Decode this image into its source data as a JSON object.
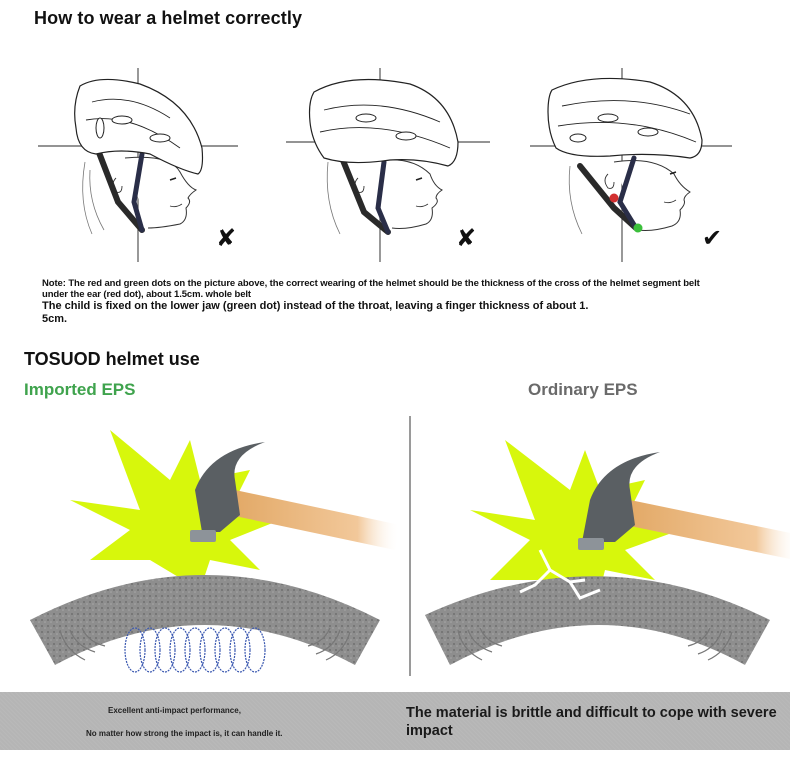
{
  "header": {
    "title": "How to wear a helmet correctly"
  },
  "figures": [
    {
      "position": "helmet-tilted-back",
      "verdict": "wrong",
      "verdict_symbol": "✘"
    },
    {
      "position": "helmet-tilted-forward",
      "verdict": "wrong",
      "verdict_symbol": "✘"
    },
    {
      "position": "helmet-level",
      "verdict": "correct",
      "verdict_symbol": "✔"
    }
  ],
  "note": {
    "line1": "Note: The red and green dots on the picture above, the correct wearing of the helmet should be the thickness of the cross of the helmet segment belt",
    "line2": "under the ear (red dot), about 1.5cm. whole belt",
    "line3": "The child is fixed on the lower jaw (green dot) instead of the throat, leaving a finger thickness of about 1.",
    "line4": "5cm."
  },
  "comparison": {
    "title": "TOSUOD helmet use",
    "left_label": "Imported EPS",
    "right_label": "Ordinary EPS",
    "left_color": "#3fa34d",
    "right_color": "#6a6a6a"
  },
  "footer": {
    "left_line1": "Excellent anti-impact performance,",
    "left_line2": "No matter how strong the impact is, it can handle it.",
    "right_text": "The material is brittle and difficult to cope with severe impact"
  },
  "colors": {
    "burst": "#d7f70c",
    "handle": "#e8b77a",
    "hammer_head": "#5a5f63",
    "foam": "#8c8c8c",
    "spring": "#3a58b0",
    "red_dot": "#d23030",
    "green_dot": "#3bbf3b"
  }
}
